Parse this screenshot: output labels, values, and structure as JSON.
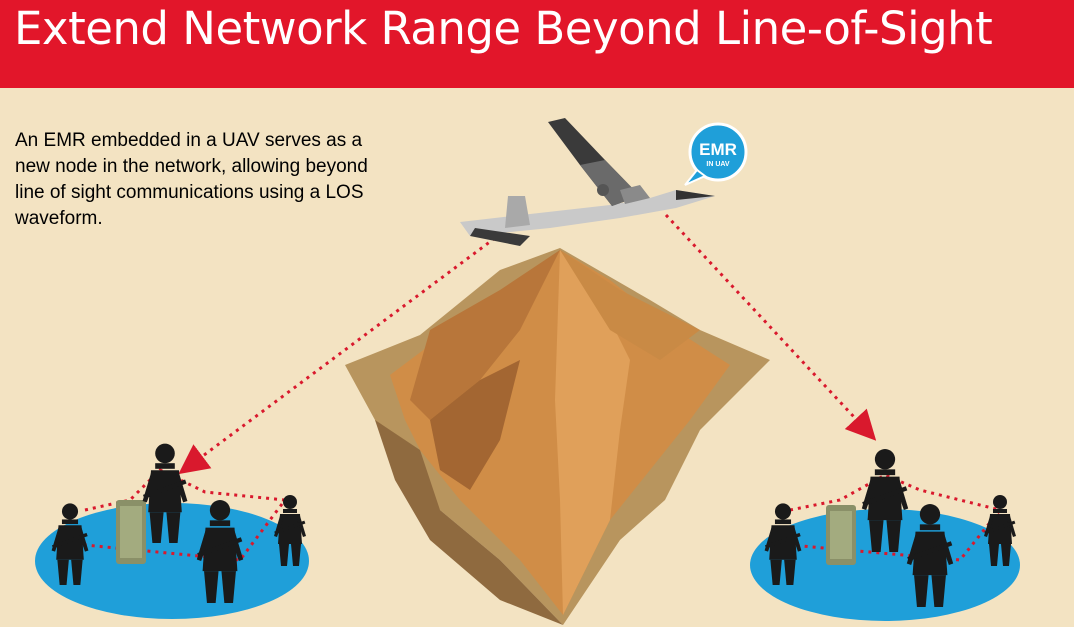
{
  "header": {
    "title": "Extend Network Range Beyond Line-of-Sight"
  },
  "description": "An EMR embedded in a UAV serves as a new node in the network, allowing beyond line of sight communications using a LOS waveform.",
  "badge": {
    "line1": "EMR",
    "line2": "IN UAV"
  },
  "colors": {
    "header_bg": "#e2162a",
    "background": "#f3e3c2",
    "link_dots": "#d9192d",
    "ground_disc": "#1f9fd9",
    "mountain": "#c98a45",
    "badge": "#1f9fd9",
    "soldier": "#1a1a1a"
  },
  "icons": [
    "uav-icon",
    "mountain-icon",
    "soldier-icon",
    "radio-icon",
    "speech-bubble-icon"
  ]
}
